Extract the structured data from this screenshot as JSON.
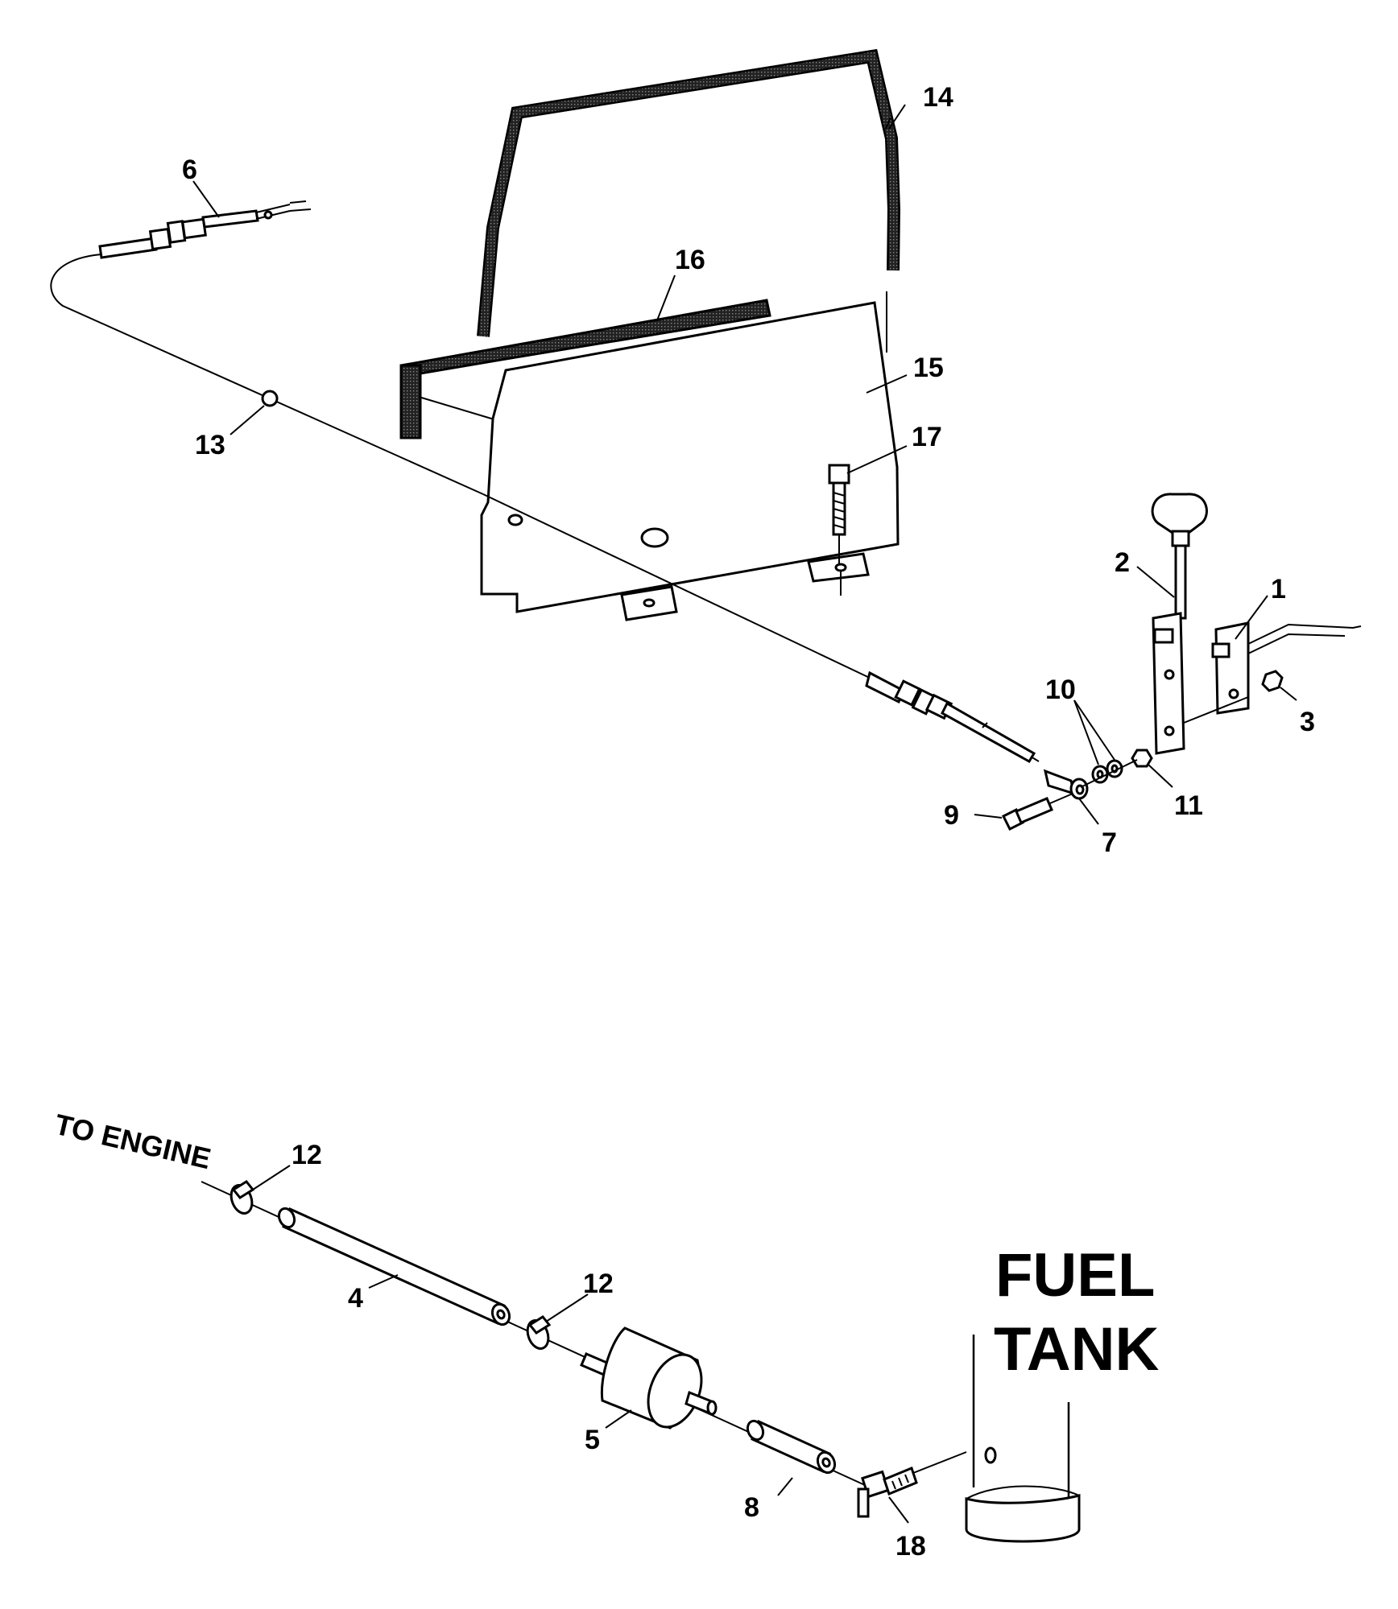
{
  "callouts": {
    "c1": "1",
    "c2": "2",
    "c3": "3",
    "c4": "4",
    "c5": "5",
    "c6": "6",
    "c7": "7",
    "c8": "8",
    "c9": "9",
    "c10": "10",
    "c11": "11",
    "c12a": "12",
    "c12b": "12",
    "c13": "13",
    "c14": "14",
    "c15": "15",
    "c16": "16",
    "c17": "17",
    "c18": "18"
  },
  "labels": {
    "to_engine": "TO ENGINE",
    "fuel": "FUEL",
    "tank": "TANK"
  },
  "colors": {
    "ink": "#000000",
    "paper": "#ffffff",
    "gasket": "#3a3a3a"
  }
}
